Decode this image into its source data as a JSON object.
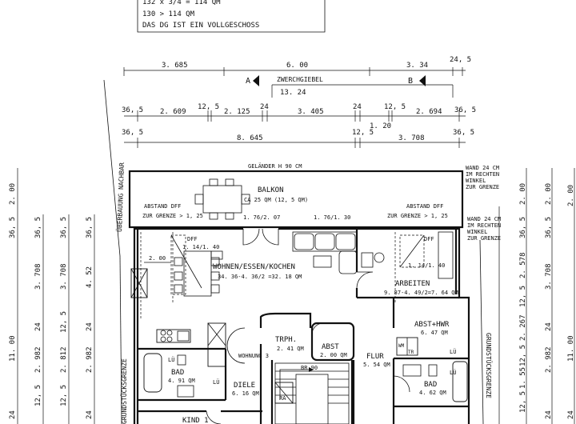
{
  "header_box": {
    "line_partial": "132 x 3/4 = 114 QM",
    "line_2": "130 > 114 QM",
    "line_3": "DAS DG IST EIN VOLLGESCHOSS"
  },
  "top_dims": {
    "row1": [
      "3. 685",
      "6. 00",
      "3. 34",
      "24, 5"
    ],
    "gable_label": "ZWERCHGIEBEL",
    "gable_width": "13. 24",
    "section_a": "A",
    "section_b": "B",
    "row2": [
      "36, 5",
      "2. 609",
      "12, 5",
      "2. 125",
      "24",
      "3. 405",
      "24",
      "12, 5",
      "2. 694",
      "36, 5"
    ],
    "row2_sub": "1. 20",
    "row3": [
      "36, 5",
      "8. 645",
      "12, 5",
      "3. 708",
      "36, 5"
    ]
  },
  "left_dims": {
    "col_a": [
      "2. 00",
      "36, 5",
      "11. 00",
      "24"
    ],
    "col_b": [
      "36, 5",
      "3. 708",
      "24",
      "2. 982",
      "12, 5"
    ],
    "col_c": [
      "36, 5",
      "3. 708",
      "12, 5",
      "2. 812",
      "12, 5"
    ],
    "col_d": [
      "36, 5",
      "4. 52",
      "24",
      "2. 982",
      "24"
    ]
  },
  "right_dims": {
    "col_a": [
      "2. 00",
      "36, 5",
      "2. 578",
      "12, 5",
      "2. 267",
      "12, 5",
      "1. 55",
      "12, 5"
    ],
    "col_b": [
      "2. 00",
      "36, 5",
      "3. 708",
      "24",
      "2. 982",
      "24"
    ],
    "col_c": [
      "2. 00",
      "11. 00",
      "24"
    ]
  },
  "side_labels": {
    "left_neighbor": "ÜBERBAUUNG NACHBAR",
    "left_boundary": "GRUNDSTÜCKSGRENZE",
    "right_boundary": "GRUNDSTÜCKSGRENZE"
  },
  "notes": {
    "railing": "GELÄNDER H 90 CM",
    "wall_note_1": [
      "WAND 24 CM",
      "IM RECHTEN",
      "WINKEL",
      "ZUR GRENZE"
    ],
    "wall_note_2": [
      "WAND 24 CM",
      "IM RECHTEN",
      "WINKEL",
      "ZUR GRENZE"
    ],
    "distance_left": [
      "ABSTAND DFF",
      "ZUR GRENZE > 1, 25"
    ],
    "distance_right": [
      "ABSTAND DFF",
      "ZUR GRENZE > 1, 25"
    ]
  },
  "rooms": {
    "balkon": {
      "name": "BALKON",
      "area": "CA 25 QM (12, 5 QM)"
    },
    "wohnen": {
      "name": "WOHNEN/ESSEN/KOCHEN",
      "area": "34. 36-4. 36/2 =32. 18 QM"
    },
    "arbeiten": {
      "name": "ARBEITEN",
      "area": "9. 87-4. 49/2=7. 64 QM"
    },
    "abst_hwr": {
      "name": "ABST+HWR",
      "area": "6. 47 QM"
    },
    "trph": {
      "name": "TRPH.",
      "area": "2. 41 QM"
    },
    "abst": {
      "name": "ABST",
      "area": "2. 00 QM"
    },
    "flur": {
      "name": "FLUR",
      "area": "5. 54 QM"
    },
    "bad_left": {
      "name": "BAD",
      "area": "4. 91 QM"
    },
    "bad_right": {
      "name": "BAD",
      "area": "4. 62 QM"
    },
    "diele": {
      "name": "DIELE",
      "area": "6. 16 QM"
    },
    "kind": {
      "name": "KIND 1"
    }
  },
  "annotations": {
    "dff_left": "DFF",
    "dff_left_size": "1. 14/1. 40",
    "dff_left_offset": "2. 00",
    "dff_right": "DFF",
    "dff_right_size": "1. 14/1. 40",
    "win_left": "1. 76/2. 07",
    "win_right": "1. 76/1. 30",
    "wohnung": "WOHNUNG 3",
    "br": "BR 90",
    "ra": "RA",
    "wm": "WM",
    "tr": "TR",
    "lu_1": "LÜ",
    "lu_2": "LÜ",
    "lu_3": "LÜ",
    "lu_4": "LÜ"
  }
}
